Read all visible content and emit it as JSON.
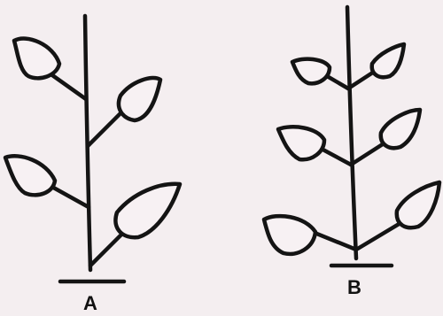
{
  "diagram": {
    "plants": [
      {
        "id": "A",
        "label": "A",
        "arrangement": "alternate"
      },
      {
        "id": "B",
        "label": "B",
        "arrangement": "opposite"
      }
    ]
  }
}
